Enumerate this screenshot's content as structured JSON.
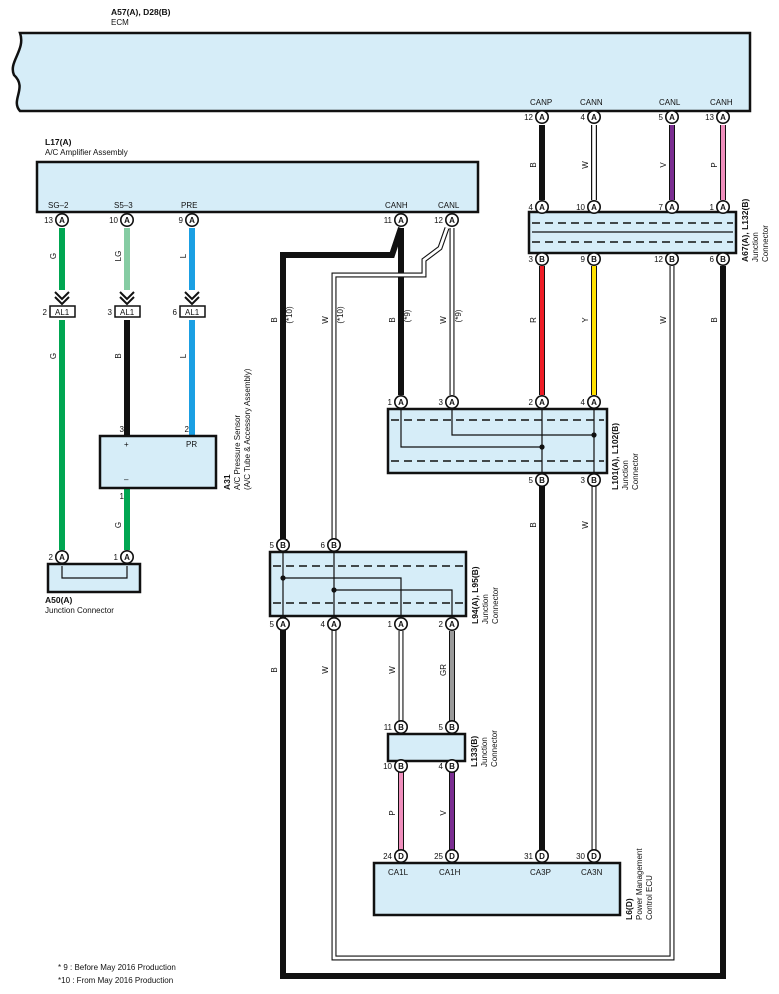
{
  "colors": {
    "G": "#00a651",
    "LG": "#86cca3",
    "L": "#1a9fe3",
    "B": "#111111",
    "R": "#ee1c25",
    "Y": "#ffe000",
    "V": "#7a2d91",
    "P": "#f08fbd",
    "GR": "#9a9a9a",
    "W": "#ffffff",
    "box": "#d6edf8"
  },
  "ecm": {
    "code": "A57(A), D28(B)",
    "name": "ECM",
    "pins": [
      {
        "label": "CANP",
        "num": "12",
        "letter": "A",
        "color": "B"
      },
      {
        "label": "CANN",
        "num": "4",
        "letter": "A",
        "color": "W"
      },
      {
        "label": "CANL",
        "num": "5",
        "letter": "A",
        "color": "V"
      },
      {
        "label": "CANH",
        "num": "13",
        "letter": "A",
        "color": "P"
      }
    ]
  },
  "ac_amp": {
    "code": "L17(A)",
    "name": "A/C Amplifier Assembly",
    "pins": [
      {
        "label": "SG–2",
        "num": "13",
        "letter": "A",
        "color": "G"
      },
      {
        "label": "S5–3",
        "num": "10",
        "letter": "A",
        "color": "LG"
      },
      {
        "label": "PRE",
        "num": "9",
        "letter": "A",
        "color": "L"
      },
      {
        "label": "CANH",
        "num": "11",
        "letter": "A",
        "color": "B",
        "note": "(*9)"
      },
      {
        "label": "CANL",
        "num": "12",
        "letter": "A",
        "color": "W",
        "note": "(*9)"
      }
    ]
  },
  "al1": {
    "label": "AL1",
    "pins": [
      "2",
      "3",
      "6"
    ],
    "lower_colors": [
      "G",
      "B",
      "L"
    ]
  },
  "sensor": {
    "code": "A31",
    "name": "A/C Pressure Sensor",
    "sub": "(A/C Tube & Accessory Assembly)",
    "pins": [
      {
        "num": "3",
        "label": "+"
      },
      {
        "num": "2",
        "label": "PR"
      },
      {
        "num": "1",
        "label": "–",
        "color": "G"
      }
    ]
  },
  "a50": {
    "code": "A50(A)",
    "name": "Junction Connector",
    "pins": [
      {
        "num": "2",
        "letter": "A"
      },
      {
        "num": "1",
        "letter": "A"
      }
    ]
  },
  "a67": {
    "code": "A67(A), L132(B)",
    "name": "Junction",
    "name2": "Connector",
    "top_pins": [
      {
        "num": "4",
        "letter": "A"
      },
      {
        "num": "10",
        "letter": "A"
      },
      {
        "num": "7",
        "letter": "A"
      },
      {
        "num": "1",
        "letter": "A"
      }
    ],
    "bottom_pins": [
      {
        "num": "3",
        "letter": "B",
        "color": "R"
      },
      {
        "num": "9",
        "letter": "B",
        "color": "Y"
      },
      {
        "num": "12",
        "letter": "B",
        "color": "W"
      },
      {
        "num": "6",
        "letter": "B",
        "color": "B"
      }
    ]
  },
  "l101": {
    "code": "L101(A), L102(B)",
    "name": "Junction",
    "name2": "Connector",
    "top_pins": [
      {
        "num": "1",
        "letter": "A"
      },
      {
        "num": "3",
        "letter": "A"
      },
      {
        "num": "2",
        "letter": "A"
      },
      {
        "num": "4",
        "letter": "A"
      }
    ],
    "bottom_pins": [
      {
        "num": "5",
        "letter": "B",
        "color": "B"
      },
      {
        "num": "3",
        "letter": "B",
        "color": "W"
      }
    ]
  },
  "l94": {
    "code": "L94(A), L95(B)",
    "name": "Junction",
    "name2": "Connector",
    "top_pins": [
      {
        "num": "5",
        "letter": "B",
        "color": "B",
        "note": "(*10)"
      },
      {
        "num": "6",
        "letter": "B",
        "color": "W",
        "note": "(*10)"
      }
    ],
    "bottom_pins": [
      {
        "num": "5",
        "letter": "A",
        "color": "B"
      },
      {
        "num": "4",
        "letter": "A",
        "color": "W"
      },
      {
        "num": "1",
        "letter": "A",
        "color": "W"
      },
      {
        "num": "2",
        "letter": "A",
        "color": "GR"
      }
    ]
  },
  "l133": {
    "code": "L133(B)",
    "name": "Junction",
    "name2": "Connector",
    "top_pins": [
      {
        "num": "11",
        "letter": "B"
      },
      {
        "num": "5",
        "letter": "B"
      }
    ],
    "bottom_pins": [
      {
        "num": "10",
        "letter": "B",
        "color": "P"
      },
      {
        "num": "4",
        "letter": "B",
        "color": "V"
      }
    ]
  },
  "l6": {
    "code": "L6(D)",
    "name": "Power Management",
    "name2": "Control ECU",
    "pins": [
      {
        "label": "CA1L",
        "num": "24",
        "letter": "D"
      },
      {
        "label": "CA1H",
        "num": "25",
        "letter": "D"
      },
      {
        "label": "CA3P",
        "num": "31",
        "letter": "D"
      },
      {
        "label": "CA3N",
        "num": "30",
        "letter": "D"
      }
    ]
  },
  "footnotes": [
    "* 9 : Before May 2016 Production",
    "*10 : From May 2016 Production"
  ]
}
